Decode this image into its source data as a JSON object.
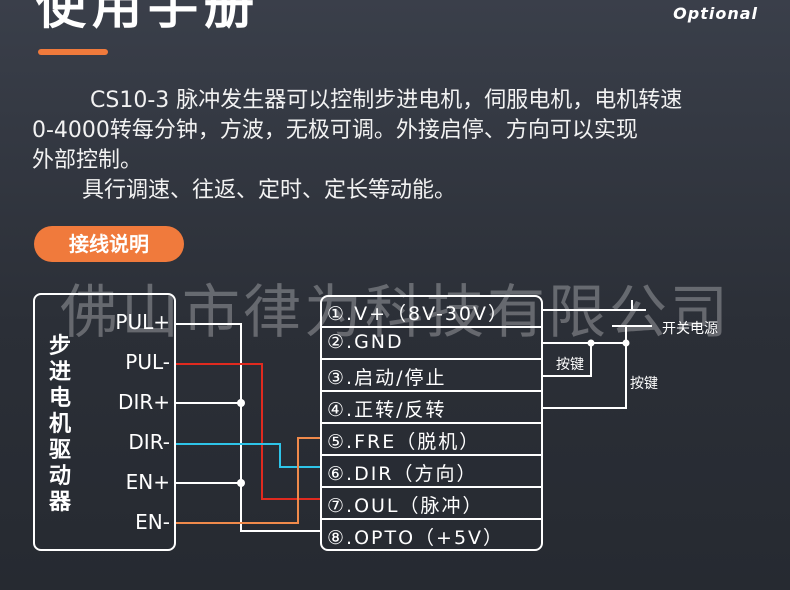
{
  "header": {
    "title": "使用手册",
    "optional": "Optional"
  },
  "description": {
    "line1": "CS10-3 脉冲发生器可以控制步进电机，伺服电机，电机转速",
    "line2": "0-4000转每分钟，方波，无极可调。外接启停、方向可以实现",
    "line3": "外部控制。",
    "line4": "具行调速、往返、定时、定长等动能。"
  },
  "section_label": "接线说明",
  "watermark": "佛山市律为科技有限公司",
  "driver": {
    "title": "步进电机驱动器",
    "pins": [
      "PUL+",
      "PUL-",
      "DIR+",
      "DIR-",
      "EN+",
      "EN-"
    ]
  },
  "terminals": [
    "①.V+（8V-30V）",
    "②.GND",
    "③.启动/停止",
    "④.正转/反转",
    "⑤.FRE（脱机）",
    "⑥.DIR（方向）",
    "⑦.OUL（脉冲）",
    "⑧.OPTO（+5V）"
  ],
  "external": {
    "power_switch": "开关电源",
    "button_1": "按键",
    "button_2": "按键"
  },
  "colors": {
    "accent": "#f07a3c",
    "wire_red": "#e02a1f",
    "wire_cyan": "#2ec4e8",
    "wire_orange": "#f08a4b",
    "wire_white": "#ffffff"
  }
}
